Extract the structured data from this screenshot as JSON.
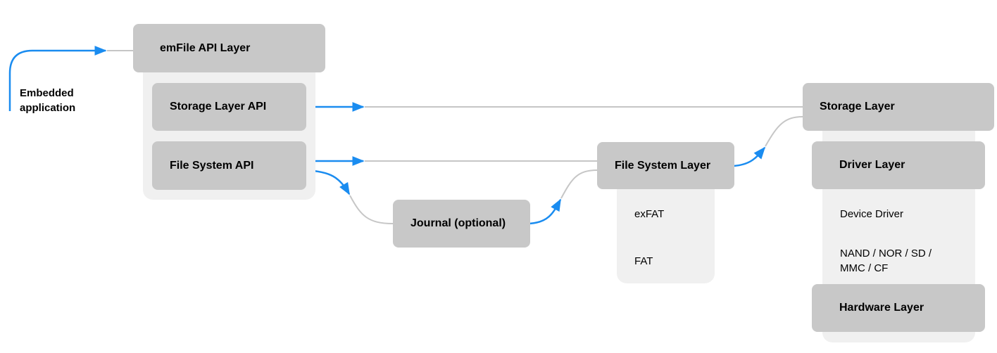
{
  "application": {
    "label_line1": "Embedded",
    "label_line2": "application"
  },
  "api": {
    "title": "emFile API Layer",
    "storage_api": "Storage Layer API",
    "fs_api": "File System API"
  },
  "journal": {
    "label": "Journal (optional)"
  },
  "file_system": {
    "title": "File System Layer",
    "items": [
      "exFAT",
      "FAT"
    ]
  },
  "storage": {
    "title": "Storage Layer",
    "driver_layer": "Driver Layer",
    "items": [
      "Device Driver",
      "NAND / NOR / SD /",
      "MMC / CF"
    ],
    "hardware_layer": "Hardware Layer"
  },
  "colors": {
    "flow_active": "#1a8cf0",
    "flow_passive": "#c6c6c6",
    "box": "#c8c8c8",
    "panel": "#f0f0f0"
  }
}
